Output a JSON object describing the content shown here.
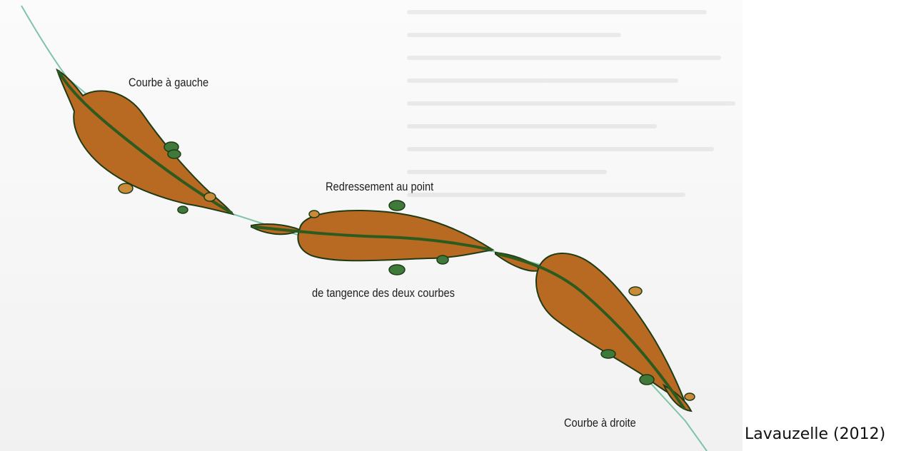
{
  "labels": {
    "left_curve": "Courbe à gauche",
    "middle_top": "Redressement au point",
    "middle_bottom": "de tangence des deux courbes",
    "right_curve": "Courbe à droite"
  },
  "credit": "Lavauzelle (2012)",
  "colors": {
    "body": "#b86a22",
    "body_outline": "#1f3b16",
    "spine": "#2d5a1f",
    "track": "#7fc4a8",
    "hoof": "#3f7a3a"
  }
}
